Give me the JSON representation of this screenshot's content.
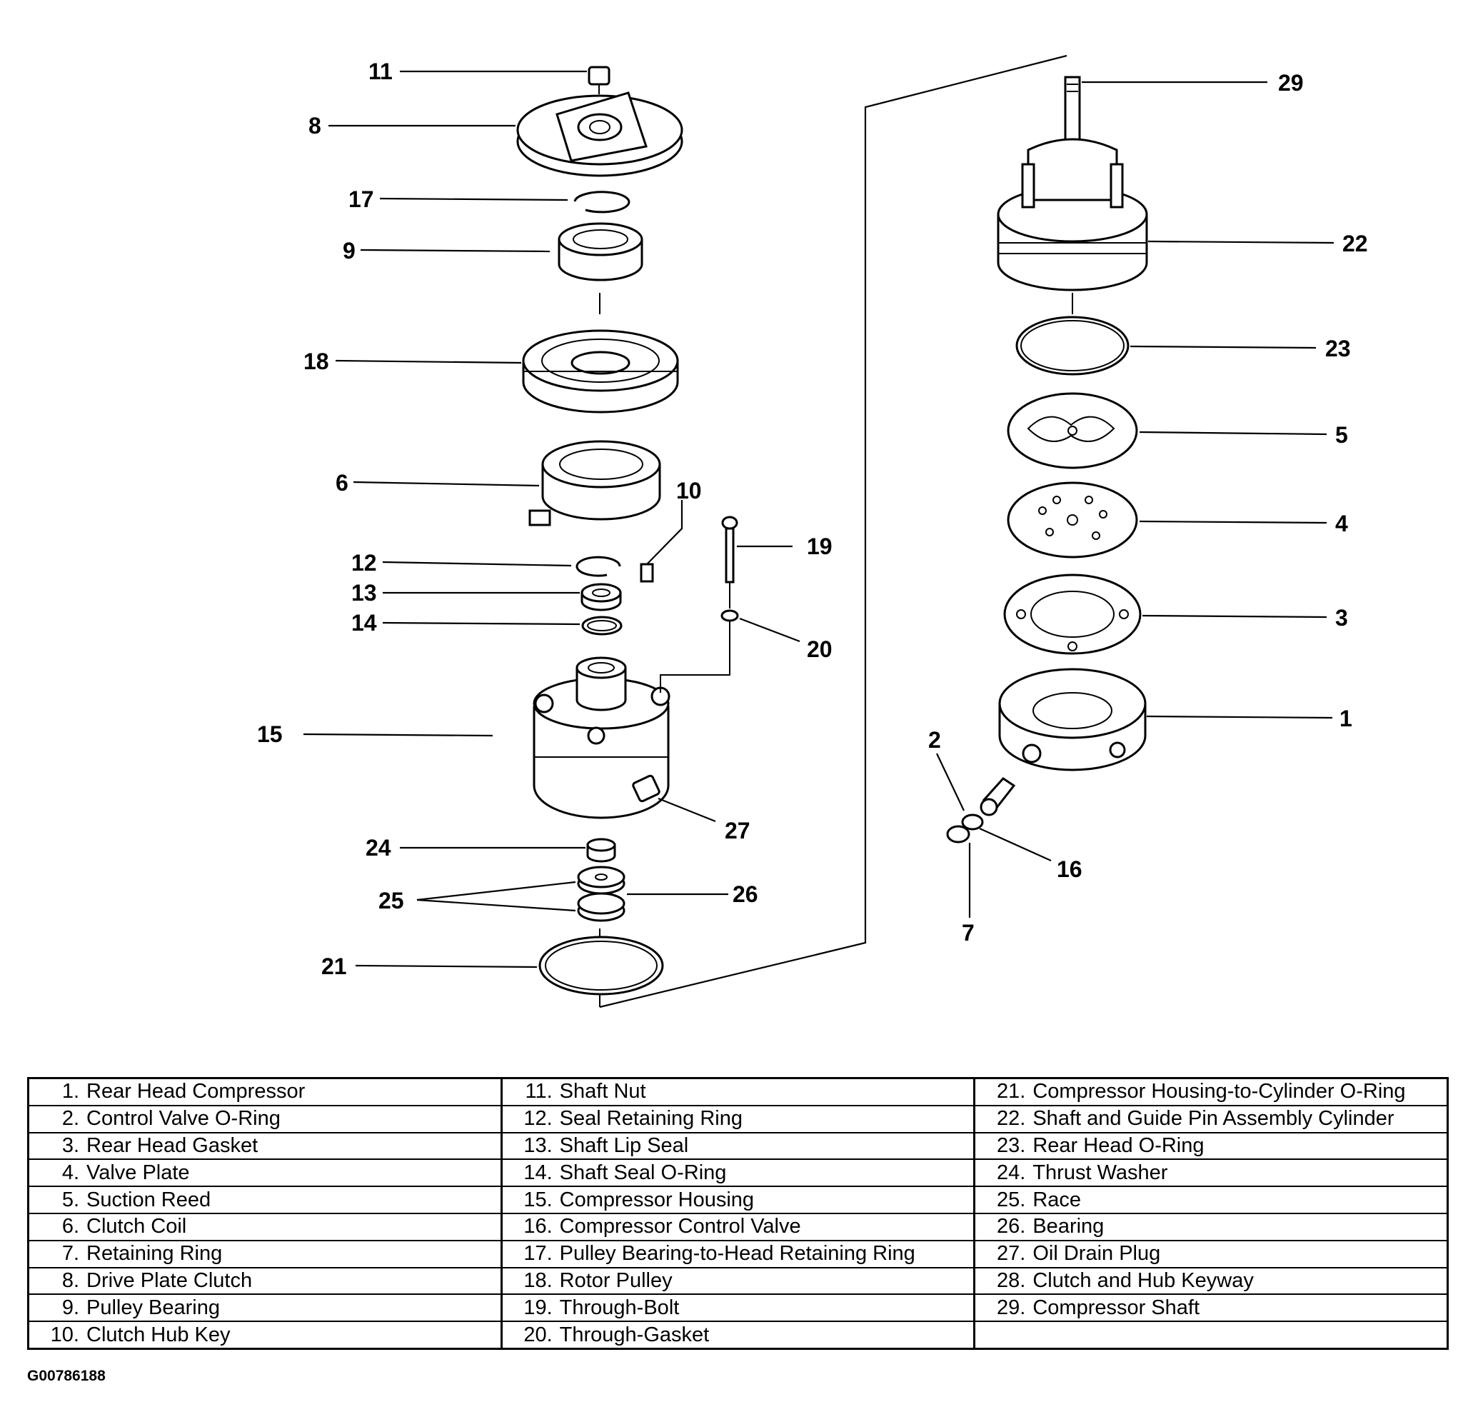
{
  "figure_id": "G00786188",
  "callouts": [
    "1",
    "2",
    "3",
    "4",
    "5",
    "6",
    "7",
    "8",
    "9",
    "10",
    "11",
    "12",
    "13",
    "14",
    "15",
    "16",
    "17",
    "18",
    "19",
    "20",
    "21",
    "22",
    "23",
    "24",
    "25",
    "26",
    "27",
    "29"
  ],
  "legend": {
    "columns": [
      [
        {
          "num": "1.",
          "name": "Rear Head Compressor"
        },
        {
          "num": "2.",
          "name": "Control Valve O-Ring"
        },
        {
          "num": "3.",
          "name": "Rear Head Gasket"
        },
        {
          "num": "4.",
          "name": "Valve Plate"
        },
        {
          "num": "5.",
          "name": "Suction Reed"
        },
        {
          "num": "6.",
          "name": "Clutch Coil"
        },
        {
          "num": "7.",
          "name": "Retaining Ring"
        },
        {
          "num": "8.",
          "name": "Drive Plate Clutch"
        },
        {
          "num": "9.",
          "name": "Pulley Bearing"
        },
        {
          "num": "10.",
          "name": "Clutch Hub Key"
        }
      ],
      [
        {
          "num": "11.",
          "name": "Shaft Nut"
        },
        {
          "num": "12.",
          "name": "Seal Retaining Ring"
        },
        {
          "num": "13.",
          "name": "Shaft Lip Seal"
        },
        {
          "num": "14.",
          "name": "Shaft Seal O-Ring"
        },
        {
          "num": "15.",
          "name": "Compressor Housing"
        },
        {
          "num": "16.",
          "name": "Compressor Control Valve"
        },
        {
          "num": "17.",
          "name": "Pulley Bearing-to-Head Retaining Ring"
        },
        {
          "num": "18.",
          "name": "Rotor Pulley"
        },
        {
          "num": "19.",
          "name": "Through-Bolt"
        },
        {
          "num": "20.",
          "name": "Through-Gasket"
        }
      ],
      [
        {
          "num": "21.",
          "name": "Compressor Housing-to-Cylinder O-Ring"
        },
        {
          "num": "22.",
          "name": "Shaft and Guide Pin Assembly Cylinder"
        },
        {
          "num": "23.",
          "name": "Rear Head O-Ring"
        },
        {
          "num": "24.",
          "name": "Thrust Washer"
        },
        {
          "num": "25.",
          "name": "Race"
        },
        {
          "num": "26.",
          "name": "Bearing"
        },
        {
          "num": "27.",
          "name": "Oil Drain Plug"
        },
        {
          "num": "28.",
          "name": "Clutch and Hub Keyway"
        },
        {
          "num": "29.",
          "name": "Compressor Shaft"
        },
        {
          "num": "",
          "name": ""
        }
      ]
    ]
  }
}
